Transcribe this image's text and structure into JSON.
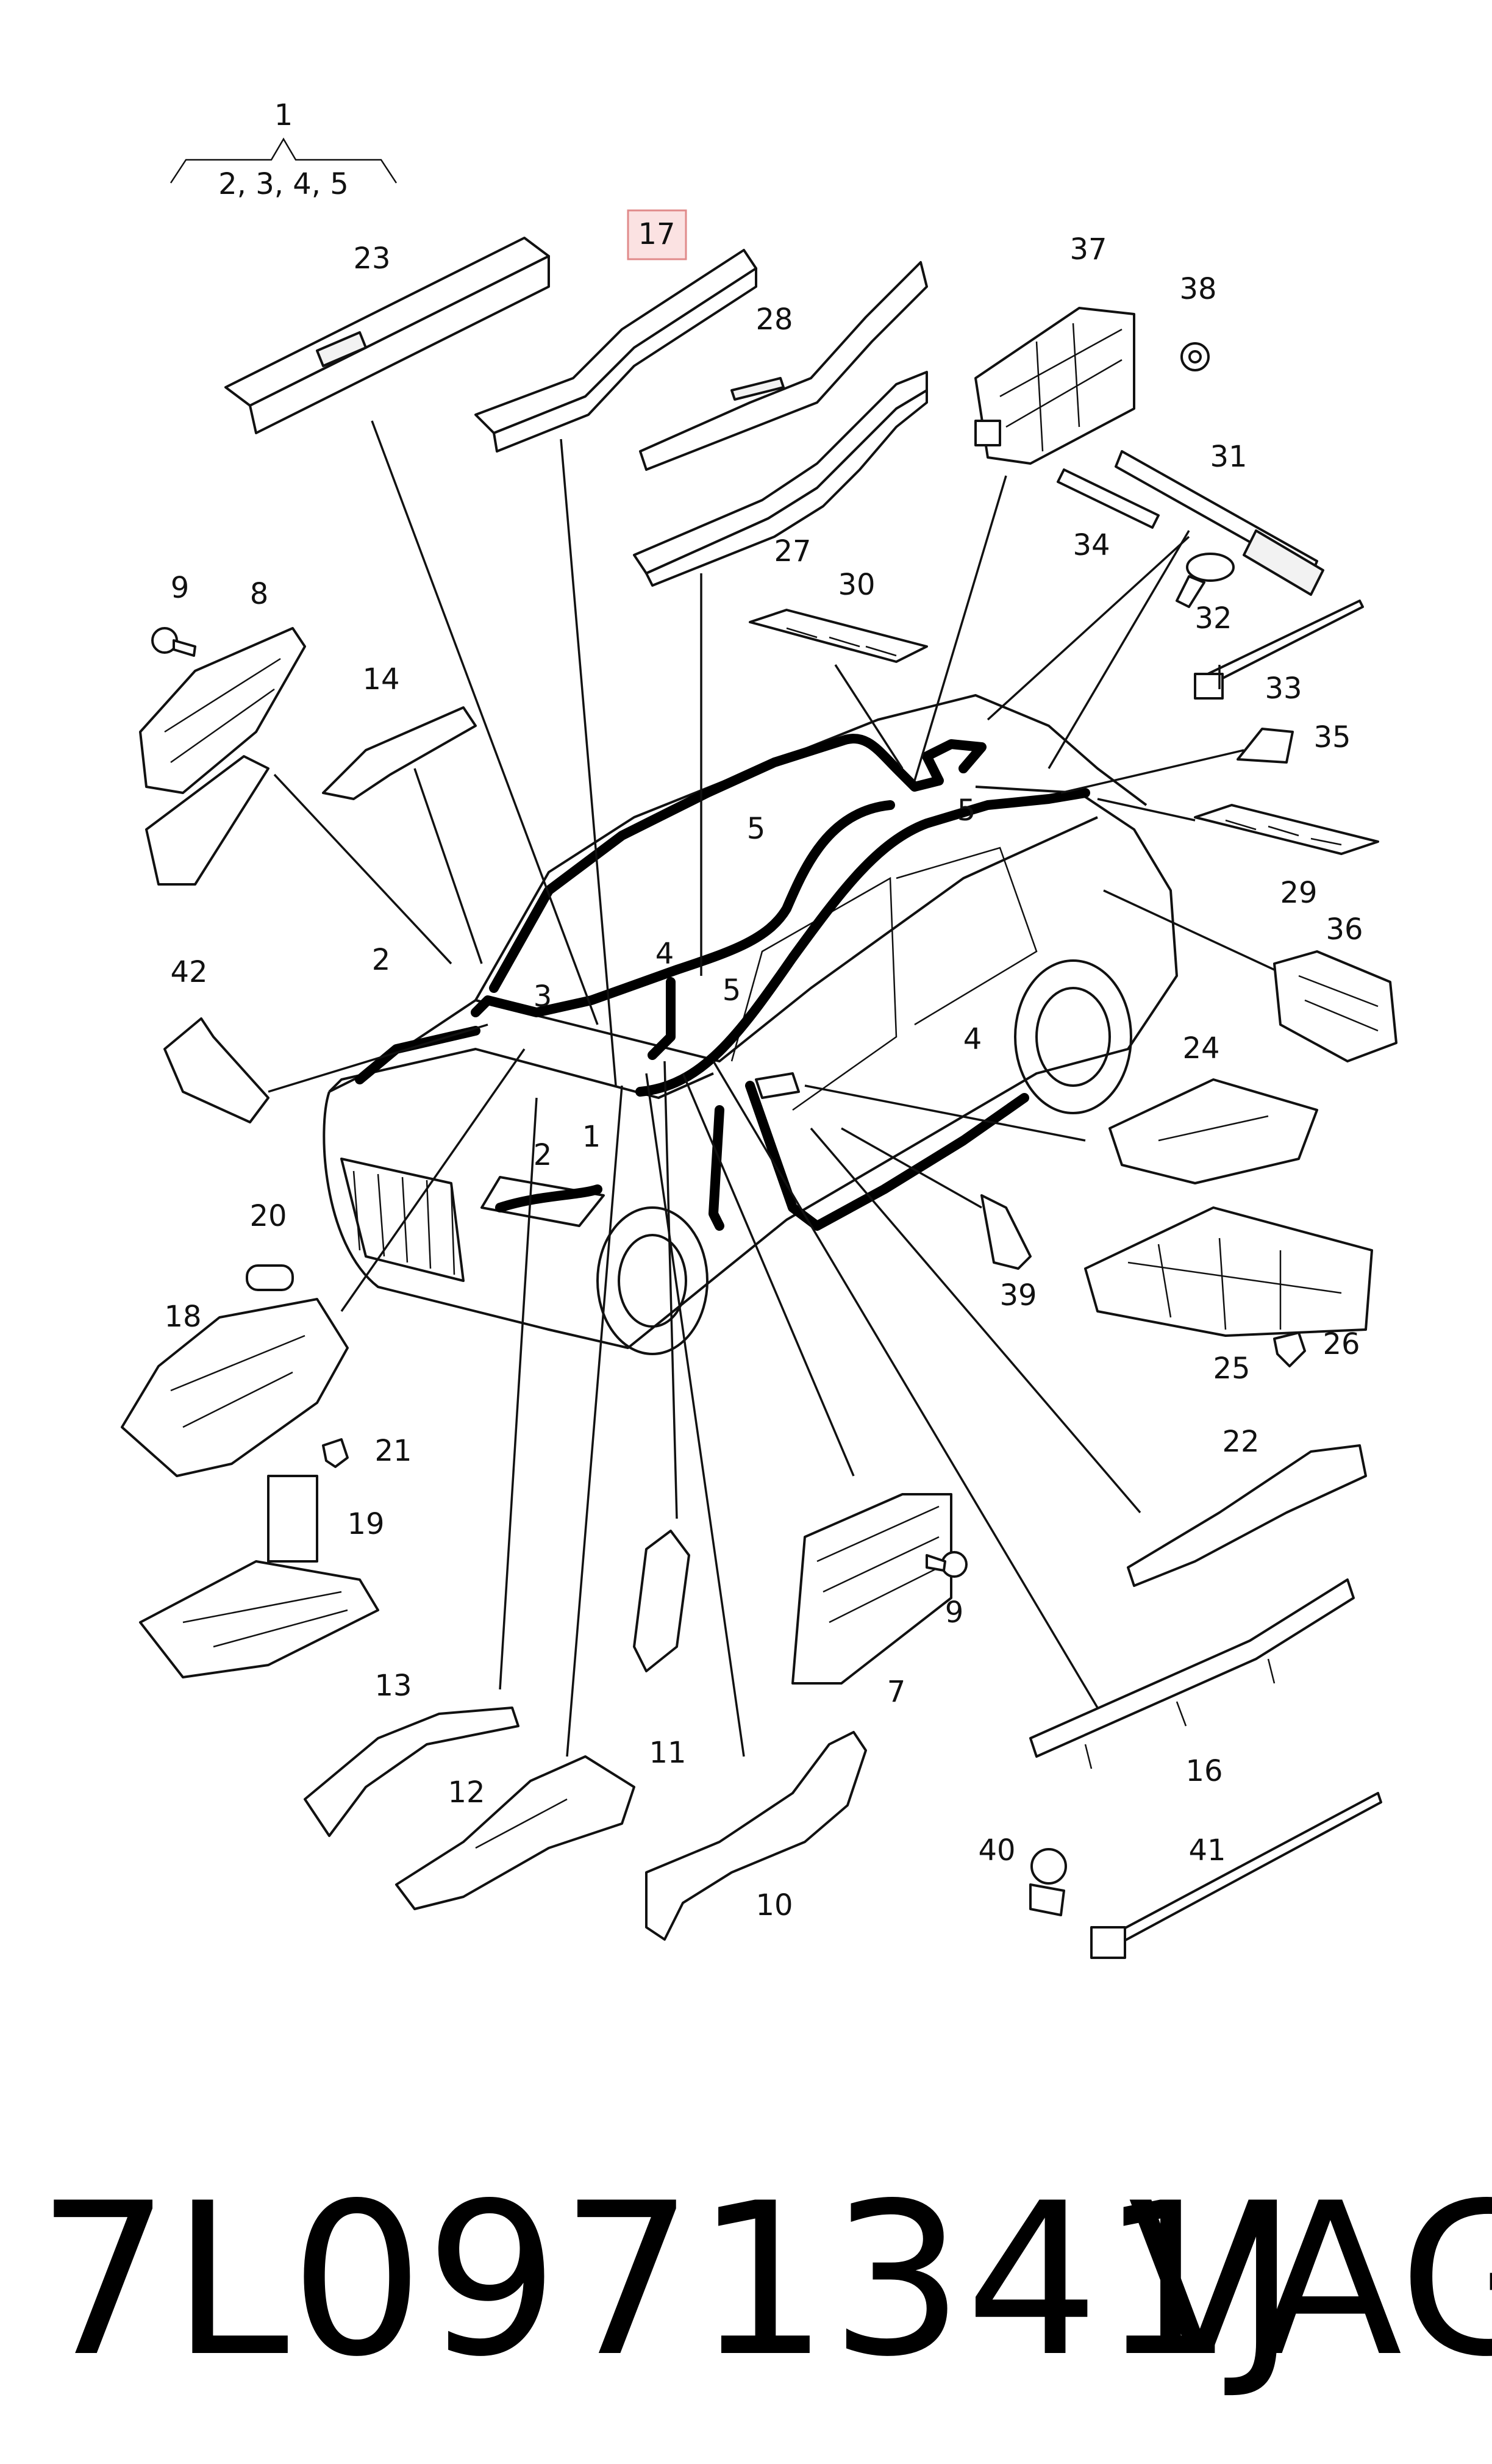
{
  "header": {
    "group_number": "1",
    "group_members": "2, 3, 4, 5"
  },
  "callouts": {
    "c1": "1",
    "c2a": "2",
    "c2b": "2",
    "c3": "3",
    "c4a": "4",
    "c4b": "4",
    "c5a": "5",
    "c5b": "5",
    "c5c": "5",
    "c7": "7",
    "c8": "8",
    "c9a": "9",
    "c9b": "9",
    "c10": "10",
    "c11": "11",
    "c12": "12",
    "c13": "13",
    "c14": "14",
    "c16": "16",
    "c17": "17",
    "c18": "18",
    "c19": "19",
    "c20": "20",
    "c21": "21",
    "c22": "22",
    "c23": "23",
    "c24": "24",
    "c25": "25",
    "c26": "26",
    "c27": "27",
    "c28": "28",
    "c29": "29",
    "c30": "30",
    "c31": "31",
    "c32": "32",
    "c33": "33",
    "c34": "34",
    "c35": "35",
    "c36": "36",
    "c37": "37",
    "c38": "38",
    "c39": "39",
    "c40": "40",
    "c41": "41",
    "c42": "42"
  },
  "highlighted_callout": "17",
  "highlight_color": "#fbe2e2",
  "footer": {
    "part_number": "7L0971341J",
    "brand": "VAG"
  }
}
